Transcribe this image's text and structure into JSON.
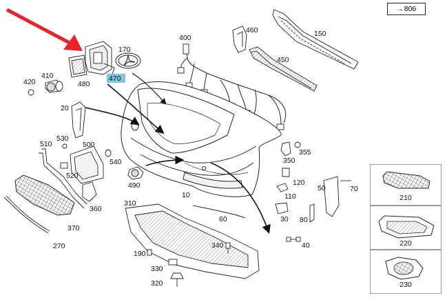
{
  "diagram": {
    "reference_arrow": "→",
    "reference_label": "806",
    "highlighted_part": "470",
    "highlight_color": "#7fc6e0",
    "annotation_arrow_color": "#e8232a",
    "part_labels": {
      "p170": "170",
      "p470": "470",
      "p480": "480",
      "p410": "410",
      "p420": "420",
      "p20": "20",
      "p400": "400",
      "p460": "460",
      "p150": "150",
      "p450": "450",
      "p510": "510",
      "p530": "530",
      "p500": "500",
      "p520": "520",
      "p540": "540",
      "p490": "490",
      "p360": "360",
      "p370": "370",
      "p270": "270",
      "p10": "10",
      "p310": "310",
      "p60": "60",
      "p340": "340",
      "p190": "190",
      "p330": "330",
      "p320": "320",
      "p355": "355",
      "p350": "350",
      "p120": "120",
      "p110": "110",
      "p50": "50",
      "p70": "70",
      "p80": "80",
      "p30": "30",
      "p40": "40"
    },
    "insets": [
      {
        "label": "210"
      },
      {
        "label": "220"
      },
      {
        "label": "230"
      }
    ]
  }
}
